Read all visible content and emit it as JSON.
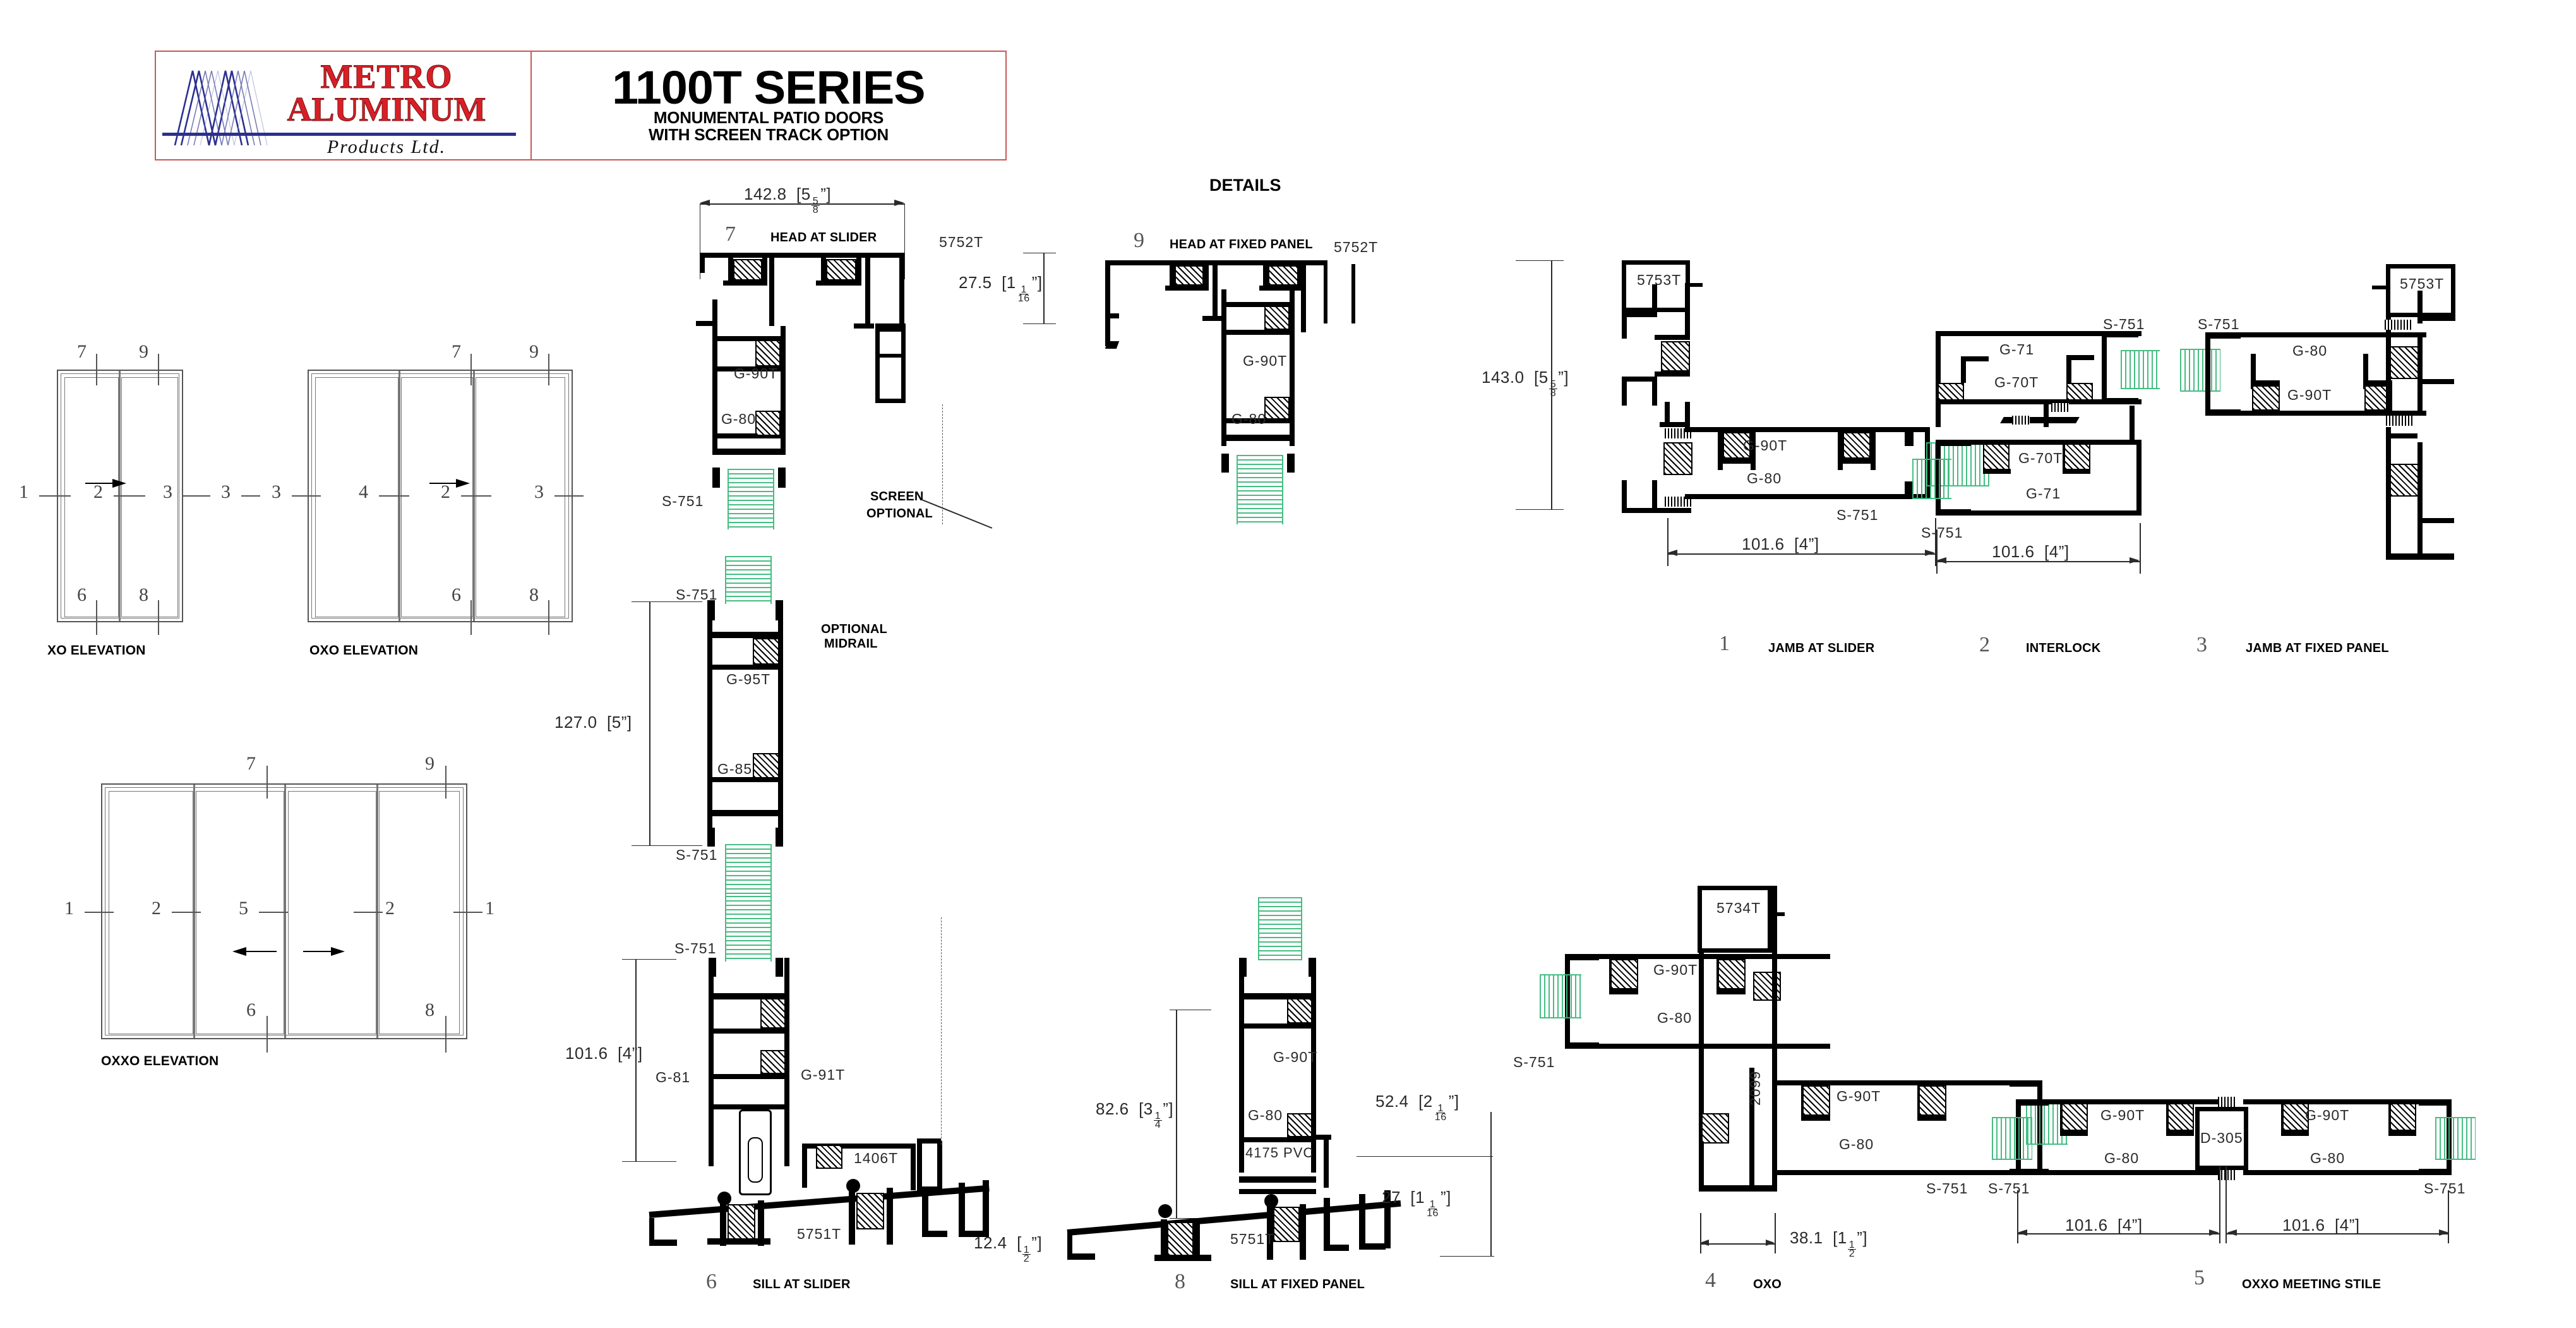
{
  "sheet": {
    "details_heading": "DETAILS"
  },
  "titleblock": {
    "brand_line1": "METRO",
    "brand_line2": "ALUMINUM",
    "brand_line3": "Products Ltd.",
    "series": "1100T SERIES",
    "subtitle1": "MONUMENTAL PATIO DOORS",
    "subtitle2": "WITH SCREEN TRACK OPTION",
    "border_color": "#c65a56",
    "brand_red": "#d81f26",
    "brand_blue": "#2b2f8f"
  },
  "elevations": [
    {
      "id": "xo",
      "caption": "XO ELEVATION",
      "top_marks": [
        "7",
        "9"
      ],
      "side_marks": [
        "1",
        "2",
        "3",
        "3"
      ],
      "bottom_marks": [
        "6",
        "8"
      ],
      "arrows": [
        "right"
      ],
      "panels": 2
    },
    {
      "id": "oxo",
      "caption": "OXO ELEVATION",
      "top_marks": [
        "7",
        "9"
      ],
      "side_marks": [
        "3",
        "4",
        "2",
        "3"
      ],
      "bottom_marks": [
        "6",
        "8"
      ],
      "arrows": [
        "right"
      ],
      "panels": 3
    },
    {
      "id": "oxxo",
      "caption": "OXXO ELEVATION",
      "top_marks": [
        "7",
        "9"
      ],
      "side_marks": [
        "1",
        "2",
        "5",
        "2",
        "1"
      ],
      "bottom_marks": [
        "6",
        "8"
      ],
      "arrows": [
        "left",
        "right"
      ],
      "panels": 4
    }
  ],
  "details": [
    {
      "number": "7",
      "title": "HEAD AT SLIDER",
      "dim_width": {
        "mm": "142.8",
        "whole": "5",
        "num": "5",
        "den": "8",
        "unit": "”"
      },
      "dim_height": {
        "mm": "27.5",
        "whole": "1",
        "num": "1",
        "den": "16",
        "unit": "”"
      },
      "parts": [
        "5752T",
        "G-90T",
        "G-80",
        "S-751"
      ],
      "note": "SCREEN\nOPTIONAL",
      "note_line1": "SCREEN",
      "note_line2": "OPTIONAL"
    },
    {
      "number": "9",
      "title": "HEAD AT FIXED PANEL",
      "parts": [
        "5752T",
        "G-90T",
        "G-80"
      ]
    },
    {
      "number": "",
      "title": "OPTIONAL MIDRAIL",
      "note_line1": "OPTIONAL",
      "note_line2": "MIDRAIL",
      "dim_height": {
        "mm": "127.0",
        "whole": "5",
        "unit": "”"
      },
      "parts": [
        "S-751",
        "G-95T",
        "G-85",
        "S-751"
      ]
    },
    {
      "number": "6",
      "title": "SILL AT SLIDER",
      "dim_height": {
        "mm": "101.6",
        "whole": "4",
        "unit": "”"
      },
      "dim_bottom": {
        "mm": "12.4",
        "num": "1",
        "den": "2",
        "unit": "”"
      },
      "parts": [
        "S-751",
        "G-81",
        "G-91T",
        "1406T",
        "5751T"
      ]
    },
    {
      "number": "8",
      "title": "SILL AT FIXED PANEL",
      "dim_left": {
        "mm": "82.6",
        "whole": "3",
        "num": "1",
        "den": "4",
        "unit": "”"
      },
      "dim_right": {
        "mm": "52.4",
        "whole": "2",
        "num": "1",
        "den": "16",
        "unit": "”"
      },
      "dim_bottom_right": {
        "mm": "27",
        "whole": "1",
        "num": "1",
        "den": "16",
        "unit": "”"
      },
      "parts": [
        "G-90T",
        "G-80",
        "4175  PVC",
        "5751T"
      ]
    },
    {
      "number": "1",
      "title": "JAMB AT SLIDER",
      "dim_height": {
        "mm": "143.0",
        "whole": "5",
        "num": "5",
        "den": "8",
        "unit": "”"
      },
      "dim_width": {
        "mm": "101.6",
        "whole": "4",
        "unit": "”"
      },
      "parts": [
        "5753T",
        "G-90T",
        "G-80",
        "S-751"
      ]
    },
    {
      "number": "2",
      "title": "INTERLOCK",
      "dim_width": {
        "mm": "101.6",
        "whole": "4",
        "unit": "”"
      },
      "parts": [
        "G-71",
        "G-70T",
        "G-70T",
        "G-71",
        "S-751",
        "S-751"
      ]
    },
    {
      "number": "3",
      "title": "JAMB AT FIXED PANEL",
      "parts": [
        "5753T",
        "G-80",
        "G-90T",
        "S-751"
      ]
    },
    {
      "number": "4",
      "title": "OXO",
      "dim_width": {
        "mm": "38.1",
        "whole": "1",
        "num": "1",
        "den": "2",
        "unit": "”"
      },
      "parts": [
        "5734T",
        "G-90T",
        "G-80",
        "S-751",
        "2099",
        "G-90T",
        "G-80",
        "S-751"
      ]
    },
    {
      "number": "5",
      "title": "OXXO MEETING STILE",
      "dim_left": {
        "mm": "101.6",
        "whole": "4",
        "unit": "”"
      },
      "dim_right": {
        "mm": "101.6",
        "whole": "4",
        "unit": "”"
      },
      "parts": [
        "G-90T",
        "G-80",
        "D-305",
        "G-90T",
        "G-80",
        "S-751",
        "S-751"
      ]
    }
  ],
  "labels": {
    "p5752T": "5752T",
    "p5753T": "5753T",
    "p5734T": "5734T",
    "p5751T": "5751T",
    "p1406T": "1406T",
    "pG90T": "G-90T",
    "pG80": "G-80",
    "pG95T": "G-95T",
    "pG85": "G-85",
    "pG81": "G-81",
    "pG91T": "G-91T",
    "pG71": "G-71",
    "pG70T": "G-70T",
    "pD305": "D-305",
    "p2099": "2099",
    "pS751": "S-751",
    "p4175": "4175  PVC"
  }
}
